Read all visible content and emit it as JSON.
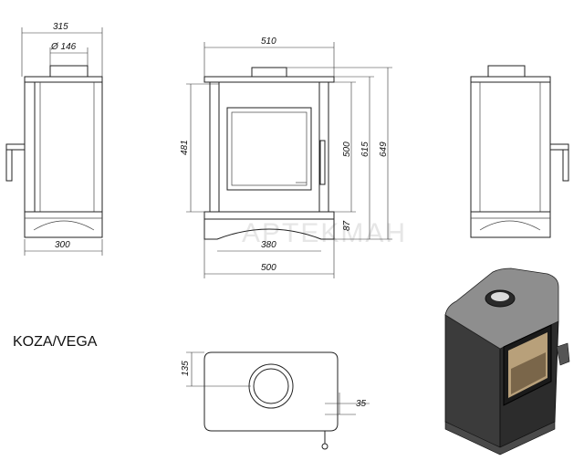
{
  "model_name": "KOZA/VEGA",
  "watermark": "APTEKMAH",
  "dimensions": {
    "side_left_width": "315",
    "flue_diameter": "Ø 146",
    "side_left_base": "300",
    "front_top_width": "510",
    "front_inner_height": "481",
    "front_door_height": "500",
    "front_total_615": "615",
    "front_total_649": "649",
    "front_base_height": "87",
    "front_arch_width": "380",
    "front_base_width": "500",
    "top_depth": "135",
    "top_offset": "35"
  }
}
